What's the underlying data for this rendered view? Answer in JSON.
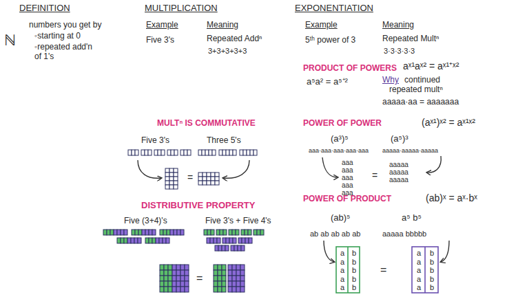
{
  "diagram": {
    "labels": [
      "DEFINITION",
      "ℕ",
      "numbers you get by",
      "◦starting at 0",
      "◦repeated add'n of 1's",
      "MULTIPLICATION",
      "Example",
      "Meaning",
      "Five 3's",
      "Repeated Addⁿ",
      "3+3+3+3+3",
      "EXPONENTIATION",
      "Example",
      "Meaning",
      "5ᵗʰ power of 3",
      "Repeated Multⁿ",
      "3·3·3·3·3",
      "PRODUCT OF POWERS",
      "aˣ¹aˣ² = aˣ¹⁺ˣ²",
      "a⁵a² = a⁵⁺²",
      "Why",
      "continued repeated multⁿ",
      "aaaaa·aa = aaaaaaa",
      "POWER OF POWER",
      "(aˣ¹)ˣ² = aˣ¹ˣ²",
      "(a³)⁵",
      "(a⁵)³",
      "aaa·aaa·aaa·aaa·aaa",
      "aaaaa·aaaaa·aaaaa",
      "aaa",
      "aaa",
      "aaa",
      "aaa",
      "aaa",
      "aaaaa",
      "aaaaa",
      "aaaaa",
      "=",
      "POWER OF PRODUCT",
      "(ab)ˣ = aˣ·bˣ",
      "(ab)⁵",
      "a⁵ b⁵",
      "ab ab ab ab ab",
      "aaaaa bbbbb",
      "a a a a a",
      "b b b b b",
      "a a a a a",
      "b b b b b",
      "=",
      "MULTⁿ IS COMMUTATIVE",
      "Five 3's",
      "Three 5's",
      "=",
      "DISTRIBUTIVE PROPERTY",
      "Five (3+4)'s",
      "Five 3's + Five 4's",
      "="
    ]
  }
}
